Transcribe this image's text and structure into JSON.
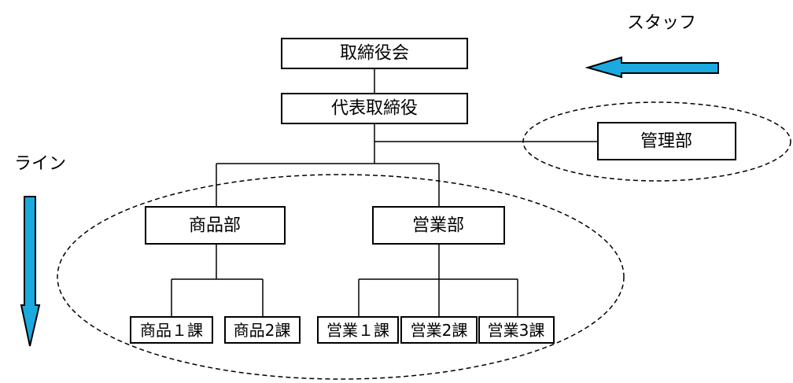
{
  "labels": {
    "staff": "スタッフ",
    "line": "ライン"
  },
  "nodes": {
    "board": "取締役会",
    "ceo": "代表取締役",
    "admin": "管理部",
    "product": "商品部",
    "sales": "営業部",
    "product1": "商品１課",
    "product2": "商品2課",
    "sales1": "営業１課",
    "sales2": "営業2課",
    "sales3": "営業3課"
  },
  "colors": {
    "arrow_fill": "#1AAAE0"
  }
}
